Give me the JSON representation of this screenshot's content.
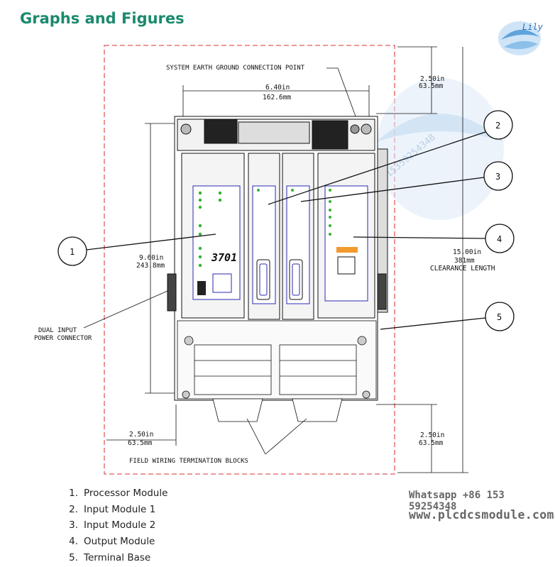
{
  "header": {
    "title": "Graphs and Figures"
  },
  "logo": {
    "text": "Lily"
  },
  "diagram": {
    "labels": {
      "earth_ground": "SYSTEM EARTH GROUND CONNECTION POINT",
      "width_in": "6.40in",
      "width_mm": "162.6mm",
      "top_clear_in": "2.50in",
      "top_clear_mm": "63.5mm",
      "height_in": "9.60in",
      "height_mm": "243.8mm",
      "total_in": "15.00in",
      "total_mm": "381mm",
      "clearance": "CLEARANCE LENGTH",
      "dual_input_1": "DUAL INPUT",
      "dual_input_2": "POWER CONNECTOR",
      "left_clear_in": "2.50in",
      "left_clear_mm": "63.5mm",
      "bottom_clear_in": "2.50in",
      "bottom_clear_mm": "63.5mm",
      "field_wiring": "FIELD WIRING TERMINATION BLOCKS",
      "model": "3701",
      "watermark_phone": "15359254348"
    },
    "callouts": [
      "1",
      "2",
      "3",
      "4",
      "5"
    ]
  },
  "legend": [
    {
      "num": "1.",
      "label": "Processor Module"
    },
    {
      "num": "2.",
      "label": "Input Module 1"
    },
    {
      "num": "3.",
      "label": "Input Module 2"
    },
    {
      "num": "4.",
      "label": "Output Module"
    },
    {
      "num": "5.",
      "label": "Terminal Base"
    }
  ],
  "contact": {
    "whatsapp": "Whatsapp +86 153 59254348",
    "website": "www.plcdcsmodule.com"
  },
  "colors": {
    "title": "#1a8a6e",
    "dashed_border": "#e05a5a",
    "module_outline": "#2a2ab0",
    "led": "#2db52d"
  }
}
